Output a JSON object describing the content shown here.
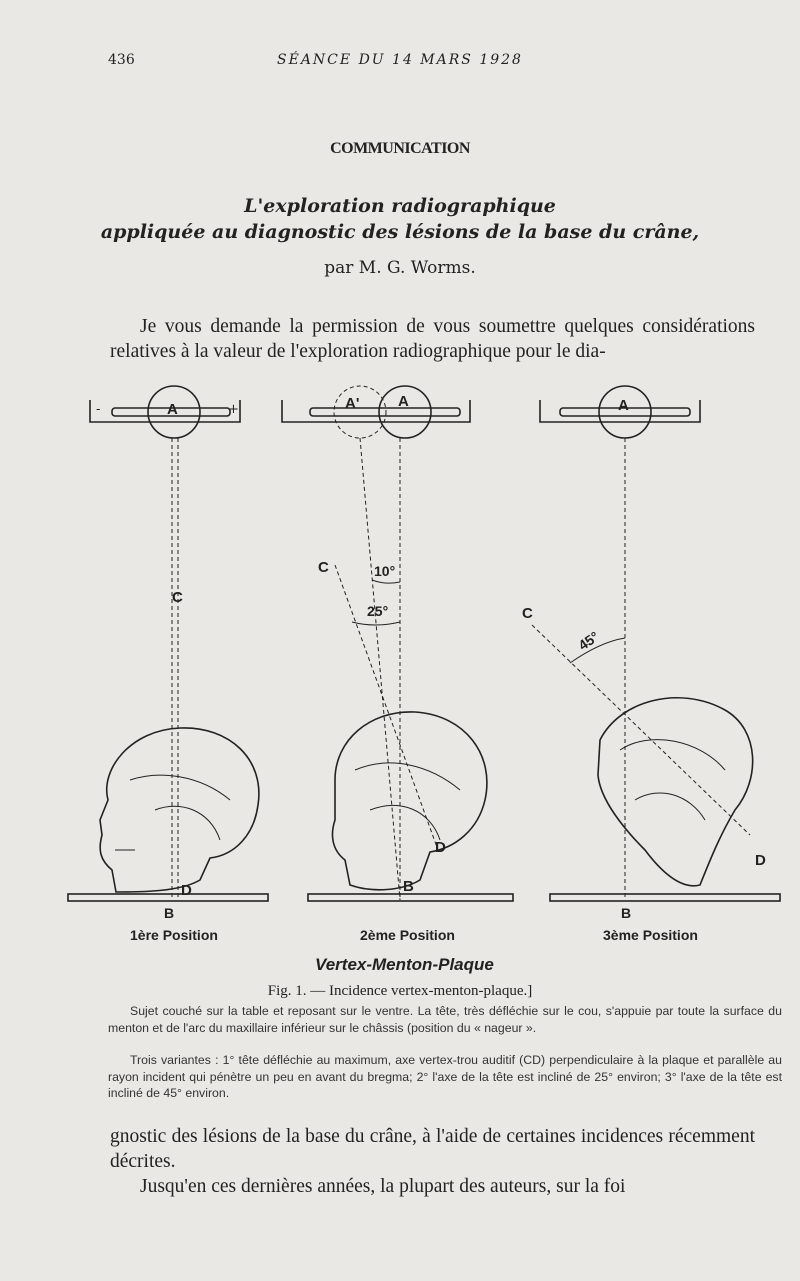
{
  "header": {
    "page_number": "436",
    "running_title": "SÉANCE DU 14 MARS 1928"
  },
  "section": "COMMUNICATION",
  "title": {
    "line1": "L'exploration radiographique",
    "line2": "appliquée au diagnostic des lésions de la base du crâne,"
  },
  "author": "par M. G. Worms.",
  "paragraph1": "Je vous demande la permission de vous soumettre quelques considérations relatives à la valeur de l'exploration radiographique pour le dia-",
  "figure": {
    "labels": {
      "A": "A",
      "A_prime": "A'",
      "B": "B",
      "C": "C",
      "D": "D",
      "minus": "-",
      "plus": "+"
    },
    "angles": [
      "10°",
      "25°",
      "45°"
    ],
    "positions": [
      "1ère Position",
      "2ème Position",
      "3ème Position"
    ],
    "subtitle": "Vertex-Menton-Plaque",
    "caption_title": "Fig. 1. — Incidence vertex-menton-plaque.]",
    "caption_p1": "Sujet couché sur la table et reposant sur le ventre. La tête, très défléchie sur le cou, s'appuie par toute la surface du menton et de l'arc du maxillaire inférieur sur le châssis (position du « nageur ».",
    "caption_p2": "Trois variantes : 1° tête défléchie au maximum, axe vertex-trou auditif (CD) perpendiculaire à la plaque et parallèle au rayon incident qui pénètre un peu en avant du bregma; 2° l'axe de la tête est incliné de 25° environ; 3° l'axe de la tête est incliné de 45° environ."
  },
  "paragraph2": "gnostic des lésions de la base du crâne, à l'aide de certaines incidences récemment décrites.",
  "paragraph3": "Jusqu'en ces dernières années, la plupart des auteurs, sur la foi"
}
